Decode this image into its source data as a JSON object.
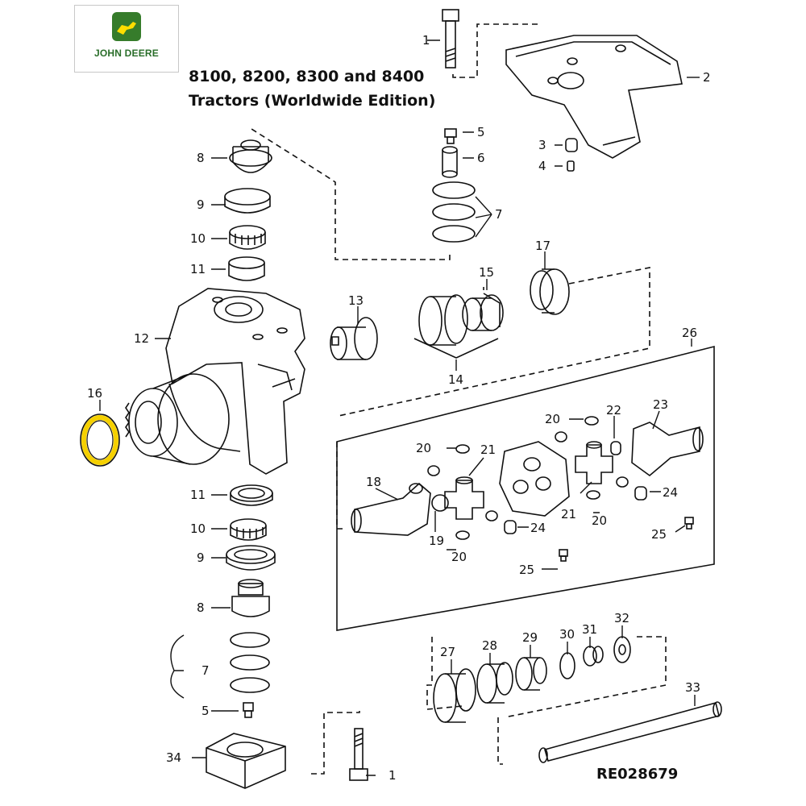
{
  "brand": {
    "name": "JOHN DEERE",
    "colors": {
      "green": "#367c2b",
      "yellow": "#ffde00"
    }
  },
  "title_lines": [
    "8100, 8200, 8300 and 8400",
    "Tractors (Worldwide Edition)"
  ],
  "drawing_code": "RE028679",
  "highlight_color": "#f5d000",
  "highlighted_part": "16",
  "callouts": {
    "c1a": "1",
    "c1b": "1",
    "c2": "2",
    "c3": "3",
    "c4": "4",
    "c5a": "5",
    "c5b": "5",
    "c6": "6",
    "c7a": "7",
    "c7b": "7",
    "c8a": "8",
    "c8b": "8",
    "c9a": "9",
    "c9b": "9",
    "c10a": "10",
    "c10b": "10",
    "c11a": "11",
    "c11b": "11",
    "c12": "12",
    "c13": "13",
    "c14": "14",
    "c15": "15",
    "c16": "16",
    "c17": "17",
    "c18": "18",
    "c19": "19",
    "c20a": "20",
    "c20b": "20",
    "c20c": "20",
    "c20d": "20",
    "c21a": "21",
    "c21b": "21",
    "c22": "22",
    "c23": "23",
    "c24a": "24",
    "c24b": "24",
    "c25a": "25",
    "c25b": "25",
    "c26": "26",
    "c27": "27",
    "c28": "28",
    "c29": "29",
    "c30": "30",
    "c31": "31",
    "c32": "32",
    "c33": "33",
    "c34": "34"
  }
}
